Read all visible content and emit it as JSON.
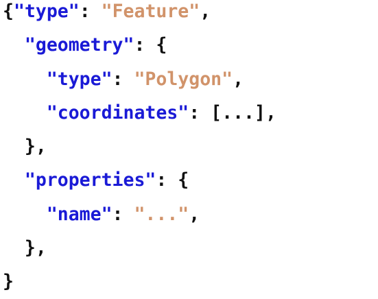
{
  "code": {
    "line1": {
      "open": "{",
      "key": "\"type\"",
      "colon": ": ",
      "value": "\"Feature\"",
      "end": ","
    },
    "line2": {
      "key": "\"geometry\"",
      "colon": ": ",
      "open": "{"
    },
    "line3": {
      "key": "\"type\"",
      "colon": ": ",
      "value": "\"Polygon\"",
      "end": ","
    },
    "line4": {
      "key": "\"coordinates\"",
      "colon": ": ",
      "value": "[...]",
      "end": ","
    },
    "line5": {
      "close": "},"
    },
    "line6": {
      "key": "\"properties\"",
      "colon": ": ",
      "open": "{"
    },
    "line7": {
      "key": "\"name\"",
      "colon": ": ",
      "value": "\"...\"",
      "end": ","
    },
    "line8": {
      "close": "},"
    },
    "line9": {
      "close": "}"
    }
  },
  "colors": {
    "key": "#1a1ad6",
    "string": "#d1936a",
    "punctuation": "#111111",
    "background": "#ffffff"
  }
}
